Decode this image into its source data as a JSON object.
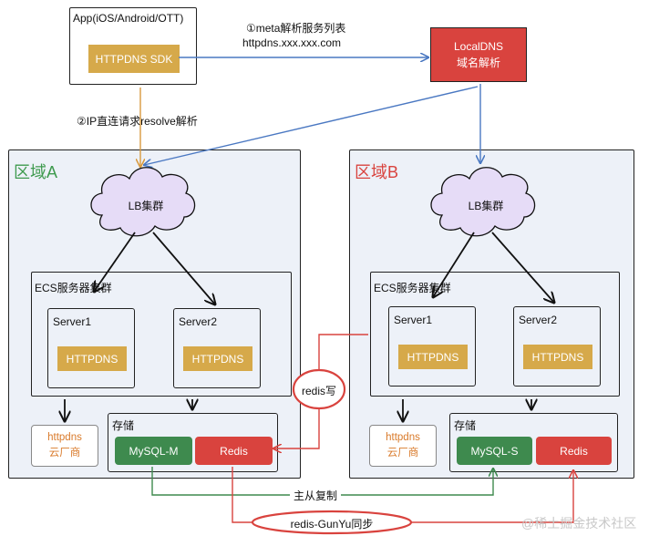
{
  "client": {
    "title": "App(iOS/Android/OTT)",
    "sdk_label": "HTTPDNS SDK"
  },
  "localdns": {
    "line1": "LocalDNS",
    "line2": "域名解析"
  },
  "steps": {
    "step1_line1": "①meta解析服务列表",
    "step1_line2": "httpdns.xxx.xxx.com",
    "step2": "②IP直连请求resolve解析"
  },
  "region_a": {
    "title": "区域A",
    "lb": "LB集群",
    "ecs_title": "ECS服务器集群",
    "servers": [
      {
        "name": "Server1",
        "service": "HTTPDNS"
      },
      {
        "name": "Server2",
        "service": "HTTPDNS"
      }
    ],
    "vendor_line1": "httpdns",
    "vendor_line2": "云厂商",
    "storage_title": "存储",
    "db": "MySQL-M",
    "cache": "Redis"
  },
  "region_b": {
    "title": "区域B",
    "lb": "LB集群",
    "ecs_title": "ECS服务器集群",
    "servers": [
      {
        "name": "Server1",
        "service": "HTTPDNS"
      },
      {
        "name": "Server2",
        "service": "HTTPDNS"
      }
    ],
    "vendor_line1": "httpdns",
    "vendor_line2": "云厂商",
    "storage_title": "存储",
    "db": "MySQL-S",
    "cache": "Redis"
  },
  "annotations": {
    "redis_write": "redis写",
    "master_slave": "主从复制",
    "redis_sync": "redis-GunYu同步"
  },
  "watermark": "@稀土掘金技术社区",
  "colors": {
    "gold": "#d6a94a",
    "red": "#d9433e",
    "green": "#3e8a4e",
    "blue_arrow": "#4a78c2",
    "orange_arrow": "#d99a3e",
    "region_a_title": "#3e9a4e",
    "region_b_title": "#d9433e",
    "cloud_fill": "#e6dcf7",
    "panel_bg": "#edf1f8"
  }
}
